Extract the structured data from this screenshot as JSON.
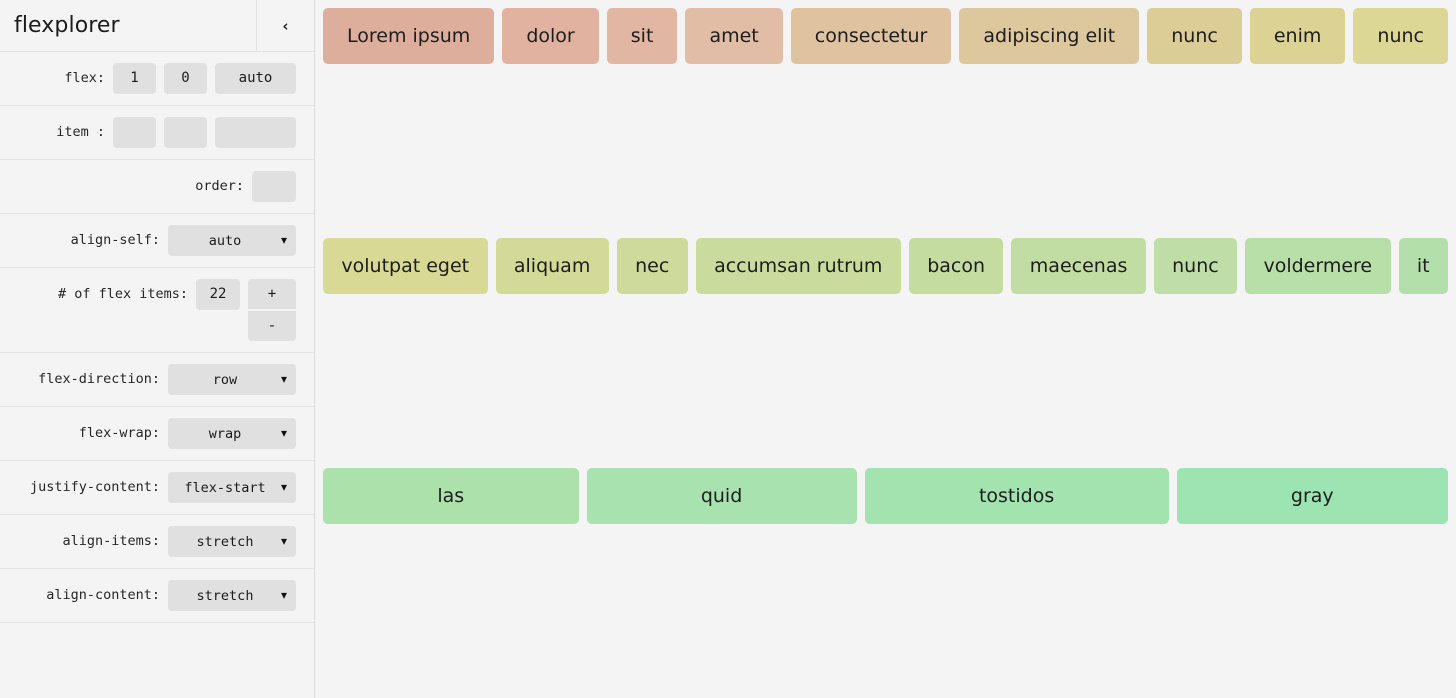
{
  "app": {
    "title": "flexplorer",
    "collapse_icon": "chevron-left-icon",
    "collapse_glyph": "‹"
  },
  "sidebar": {
    "rows": [
      {
        "id": "flex",
        "label": "flex:",
        "fields": [
          {
            "type": "text",
            "value": "1",
            "size": "sm"
          },
          {
            "type": "text",
            "value": "0",
            "size": "md"
          },
          {
            "type": "text",
            "value": "auto",
            "size": "lg"
          }
        ]
      },
      {
        "id": "item",
        "label": "item :",
        "fields": [
          {
            "type": "text",
            "value": "",
            "size": "sm"
          },
          {
            "type": "text",
            "value": "",
            "size": "md"
          },
          {
            "type": "text",
            "value": "",
            "size": "lg"
          }
        ]
      },
      {
        "id": "order",
        "label": "order:",
        "fields": [
          {
            "type": "text",
            "value": "",
            "size": "num"
          }
        ]
      },
      {
        "id": "align-self",
        "label": "align-self:",
        "fields": [
          {
            "type": "select",
            "value": "auto"
          }
        ]
      },
      {
        "id": "num-flex-items",
        "label": "# of flex items:",
        "fields": [
          {
            "type": "text",
            "value": "22",
            "size": "num"
          },
          {
            "type": "stepper",
            "plus": "+",
            "minus": "-"
          }
        ]
      },
      {
        "id": "flex-direction",
        "label": "flex-direction:",
        "fields": [
          {
            "type": "select",
            "value": "row"
          }
        ]
      },
      {
        "id": "flex-wrap",
        "label": "flex-wrap:",
        "fields": [
          {
            "type": "select",
            "value": "wrap"
          }
        ]
      },
      {
        "id": "justify-content",
        "label": "justify-content:",
        "fields": [
          {
            "type": "select",
            "value": "flex-start"
          }
        ]
      },
      {
        "id": "align-items",
        "label": "align-items:",
        "fields": [
          {
            "type": "select",
            "value": "stretch"
          }
        ]
      },
      {
        "id": "align-content",
        "label": "align-content:",
        "fields": [
          {
            "type": "select",
            "value": "stretch"
          }
        ]
      }
    ]
  },
  "canvas": {
    "container_style": {
      "flex_direction": "row",
      "flex_wrap": "wrap",
      "justify_content": "flex-start",
      "align_items": "stretch",
      "align_content": "stretch"
    },
    "item_count": 22,
    "items": [
      {
        "label": "Lorem ipsum",
        "color": "#deae9d"
      },
      {
        "label": "dolor",
        "color": "#e0b29f"
      },
      {
        "label": "sit",
        "color": "#e1b6a2"
      },
      {
        "label": "amet",
        "color": "#e2bda5"
      },
      {
        "label": "consectetur",
        "color": "#dfc3a1"
      },
      {
        "label": "adipiscing elit",
        "color": "#ddc79c"
      },
      {
        "label": "nunc",
        "color": "#dccd97"
      },
      {
        "label": "enim",
        "color": "#dcd294"
      },
      {
        "label": "nunc",
        "color": "#dcd794"
      },
      {
        "label": "volutpat eget",
        "color": "#d8d995"
      },
      {
        "label": "aliquam",
        "color": "#d3da98"
      },
      {
        "label": "nec",
        "color": "#cdda9b"
      },
      {
        "label": "accumsan rutrum",
        "color": "#c9dc9e"
      },
      {
        "label": "bacon",
        "color": "#c5dca1"
      },
      {
        "label": "maecenas",
        "color": "#c2dda4"
      },
      {
        "label": "nunc",
        "color": "#bfdea7"
      },
      {
        "label": "voldermere",
        "color": "#b9dfa8"
      },
      {
        "label": "it",
        "color": "#b3e0aa"
      },
      {
        "label": "las",
        "color": "#ade1ac"
      },
      {
        "label": "quid",
        "color": "#a8e2ae"
      },
      {
        "label": "tostidos",
        "color": "#a2e3b0"
      },
      {
        "label": "gray",
        "color": "#9ce4b2"
      }
    ]
  }
}
